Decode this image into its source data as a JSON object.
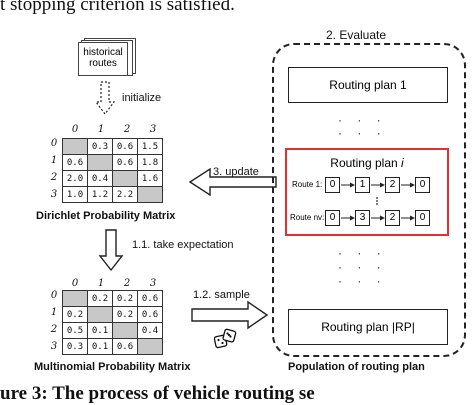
{
  "top_text": "t stopping criterion is satisfied.",
  "bottom_text": "ure 3: The process of vehicle routing se",
  "historical_routes": "historical routes",
  "initialize": "initialize",
  "evaluate": "2. Evaluate",
  "update": "3. update",
  "take_expectation": "1.1. take expectation",
  "sample": "1.2. sample",
  "dirichlet_label": "Dirichlet Probability Matrix",
  "multinomial_label": "Multinomial Probability Matrix",
  "population_label": "Population of routing plan",
  "col_headers": [
    "0",
    "1",
    "2",
    "3"
  ],
  "row_headers": [
    "0",
    "1",
    "2",
    "3"
  ],
  "dirichlet": [
    [
      "",
      "0.3",
      "0.6",
      "1.5"
    ],
    [
      "0.6",
      "",
      "0.6",
      "1.8"
    ],
    [
      "2.0",
      "0.4",
      "",
      "1.6"
    ],
    [
      "1.0",
      "1.2",
      "2.2",
      ""
    ]
  ],
  "multinomial": [
    [
      "",
      "0.2",
      "0.2",
      "0.6"
    ],
    [
      "0.2",
      "",
      "0.2",
      "0.6"
    ],
    [
      "0.5",
      "0.1",
      "",
      "0.4"
    ],
    [
      "0.3",
      "0.1",
      "0.6",
      ""
    ]
  ],
  "plan1": "Routing plan 1",
  "plan_i": "Routing plan i",
  "plan_rp": "Routing plan |RP|",
  "route1_label": "Route 1:",
  "route_nv_label": "Route nv:",
  "route1_nodes": [
    "0",
    "1",
    "2",
    "0"
  ],
  "route_nv_nodes": [
    "0",
    "3",
    "2",
    "0"
  ],
  "dots": "· · ·"
}
